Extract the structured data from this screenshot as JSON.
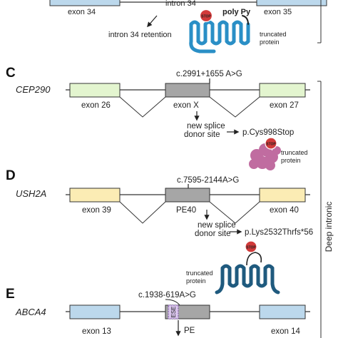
{
  "colors": {
    "exon_blue": "#bcd8ec",
    "exon_green": "#e3f5cf",
    "exon_yellow": "#fbecb4",
    "pseudo_exon": "#a6a6a6",
    "protein_blue": "#2a8fc6",
    "protein_pink": "#c06ca0",
    "protein_navy": "#1f5a7e",
    "stop_red": "#d23a3a",
    "ese_purple": "#d9c4ec"
  },
  "top": {
    "exon_left": "exon 34",
    "intron_label": "intron 34",
    "exon_right": "exon 35",
    "poly_py": "poly Py",
    "consequence": "intron 34 retention",
    "protein_label": "truncated\nprotein",
    "stop": "STOP"
  },
  "panel_c": {
    "letter": "C",
    "gene": "CEP290",
    "variant": "c.2991+1655 A>G",
    "exons": [
      "exon 26",
      "exon X",
      "exon 27"
    ],
    "mechanism": [
      "new splice",
      "donor site"
    ],
    "protein_change": "p.Cys998Stop",
    "protein_label": [
      "truncated",
      "protein"
    ],
    "stop": "STOP"
  },
  "panel_d": {
    "letter": "D",
    "gene": "USH2A",
    "variant": "c.7595-2144A>G",
    "exons": [
      "exon 39",
      "PE40",
      "exon 40"
    ],
    "mechanism": [
      "new splice",
      "donor site"
    ],
    "protein_change": "p.Lys2532Thrfs*56",
    "protein_label": [
      "truncated",
      "protein"
    ],
    "stop": "STOP"
  },
  "panel_e": {
    "letter": "E",
    "gene": "ABCA4",
    "variant": "c.1938-619A>G",
    "exons": [
      "exon 13",
      "exon 14"
    ],
    "ese": "ESE",
    "consequence": "PE"
  },
  "side_label": "Deep intronic"
}
